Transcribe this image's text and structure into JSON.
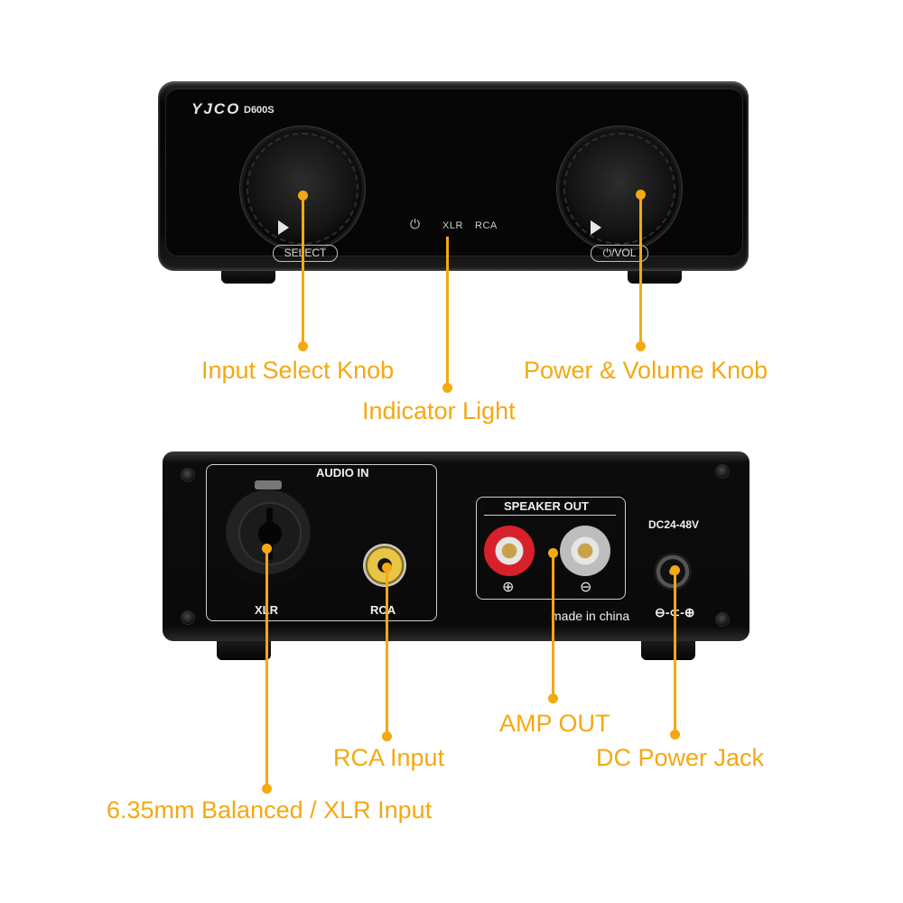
{
  "front_panel": {
    "brand": "YJCO",
    "model": "D600S",
    "select_label": "SELECT",
    "vol_label": "⏻/VOL",
    "indicator_power": "⏻",
    "indicator_xlr": "XLR",
    "indicator_rca": "RCA"
  },
  "rear_panel": {
    "audio_in": "AUDIO IN",
    "xlr": "XLR",
    "rca": "RCA",
    "speaker_out": "SPEAKER OUT",
    "plus": "⊕",
    "minus": "⊖",
    "dc_rating": "DC24-48V",
    "made_in": "made in china",
    "polarity_symbol": "⊖-⊂-⊕"
  },
  "callouts": {
    "input_select": "Input Select Knob",
    "power_volume": "Power & Volume Knob",
    "indicator": "Indicator Light",
    "amp_out": "AMP OUT",
    "rca_input": "RCA Input",
    "dc_jack": "DC Power Jack",
    "xlr_input": "6.35mm Balanced / XLR Input"
  },
  "colors": {
    "accent": "#f4a812",
    "device": "#0b0b0b",
    "background": "#ffffff"
  }
}
